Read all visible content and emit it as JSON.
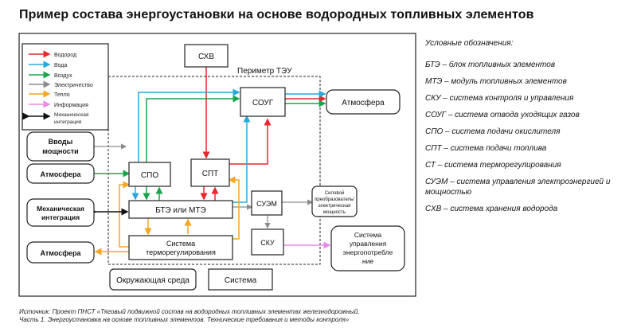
{
  "title": "Пример состава энергоустановки на основе водородных топливных элементов",
  "legend_box": {
    "items": [
      {
        "label": "Водород",
        "color": "#e8262b"
      },
      {
        "label": "Вода",
        "color": "#29a8e0"
      },
      {
        "label": "Воздух",
        "color": "#1aa54b"
      },
      {
        "label": "Электричество",
        "color": "#8c8c8c"
      },
      {
        "label": "Тепло",
        "color": "#f5a623"
      },
      {
        "label": "Информация",
        "color": "#e98ae6"
      },
      {
        "label": "Механическая",
        "label2": "интеграция",
        "color": "#111111"
      }
    ]
  },
  "boxes": {
    "chv": "СХВ",
    "perimeter": "Периметр ТЭУ",
    "soug": "СОУГ",
    "atm_top": "Атмосфера",
    "inputs_l1": "Вводы",
    "inputs_l2": "мощности",
    "atm_left": "Атмосфера",
    "spo": "СПО",
    "spt": "СПТ",
    "suem": "СУЭМ",
    "power_l1": "Силовой",
    "power_l2": "преобразователь/",
    "power_l3": "электрическая",
    "power_l4": "мощность",
    "bte": "БТЭ или МТЭ",
    "mech_l1": "Механическая",
    "mech_l2": "интеграция",
    "sku": "СКУ",
    "thermo_l1": "Система",
    "thermo_l2": "терморегулирования",
    "atm_bottom": "Атмосфера",
    "consumer_l1": "Система",
    "consumer_l2": "управления",
    "consumer_l3": "энергопотребле",
    "consumer_l4": "ние",
    "environment": "Окружающая среда",
    "system": "Система"
  },
  "definitions": {
    "heading": "Условные обозначения:",
    "items": [
      "БТЭ – блок топливных элементов",
      "МТЭ – модуль топливных элементов",
      "СКУ – система контроля и управления",
      "СОУГ – система отвода уходящих газов",
      "СПО – система подачи окислителя",
      "СПТ – система подачи топлива",
      "СТ – система терморегулирования",
      "СУЭМ – система управления электроэнергией и мощностью",
      "СХВ – система хранения водорода"
    ]
  },
  "source": {
    "line1": "Источник: Проект ПНСТ «Тяговый подвижной состав на водородных топливных элементах железнодорожный.",
    "line2": "Часть 1. Энергоустановка на основе топливных элементов. Технические требования и методы контроля»"
  }
}
